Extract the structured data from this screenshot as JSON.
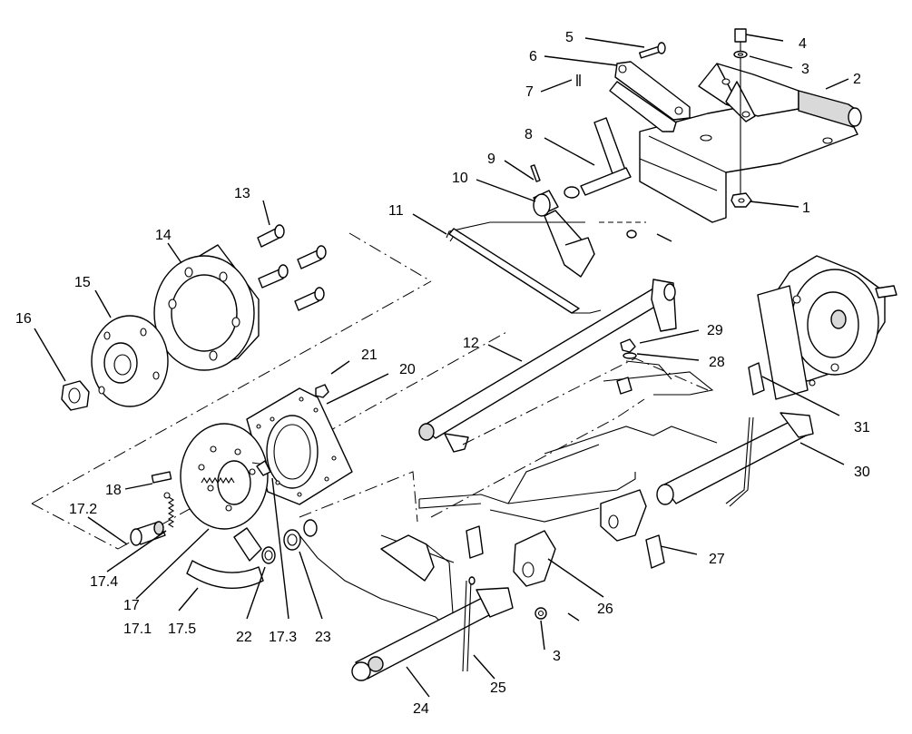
{
  "callouts": {
    "c1": "1",
    "c2": "2",
    "c3a": "3",
    "c4": "4",
    "c5": "5",
    "c6": "6",
    "c7": "7",
    "c8": "8",
    "c9": "9",
    "c10": "10",
    "c11": "11",
    "c12": "12",
    "c13": "13",
    "c14": "14",
    "c15": "15",
    "c16": "16",
    "c17": "17",
    "c17_1": "17.1",
    "c17_2": "17.2",
    "c17_3": "17.3",
    "c17_4": "17.4",
    "c17_5": "17.5",
    "c18": "18",
    "c20": "20",
    "c21": "21",
    "c22": "22",
    "c23": "23",
    "c24": "24",
    "c25": "25",
    "c26": "26",
    "c27": "27",
    "c28": "28",
    "c29": "29",
    "c30": "30",
    "c31": "31",
    "c3b": "3"
  }
}
